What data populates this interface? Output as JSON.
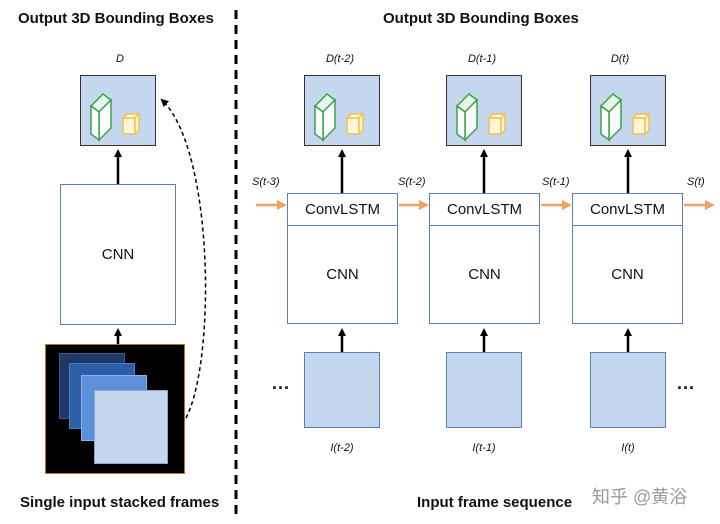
{
  "left": {
    "title": "Output 3D Bounding Boxes",
    "output_label": "D",
    "cnn_label": "CNN",
    "caption": "Single input stacked frames"
  },
  "right": {
    "title": "Output 3D Bounding Boxes",
    "caption": "Input frame sequence",
    "ellipsis": "...",
    "columns": [
      {
        "output_label": "D(t-2)",
        "lstm_label": "ConvLSTM",
        "cnn_label": "CNN",
        "input_label": "I(t-2)",
        "state_in": "S(t-3)",
        "state_out": "S(t-2)"
      },
      {
        "output_label": "D(t-1)",
        "lstm_label": "ConvLSTM",
        "cnn_label": "CNN",
        "input_label": "I(t-1)",
        "state_out": "S(t-1)"
      },
      {
        "output_label": "D(t)",
        "lstm_label": "ConvLSTM",
        "cnn_label": "CNN",
        "input_label": "I(t)",
        "state_out": "S(t)"
      }
    ]
  },
  "watermark": "知乎 @黄浴",
  "colors": {
    "box_fill": "#c5d6ef",
    "box_border": "#5a7fb5",
    "arrow_orange": "#f0a35e",
    "green_cube": "#3aa34a",
    "yellow_cube": "#f2c14e"
  }
}
